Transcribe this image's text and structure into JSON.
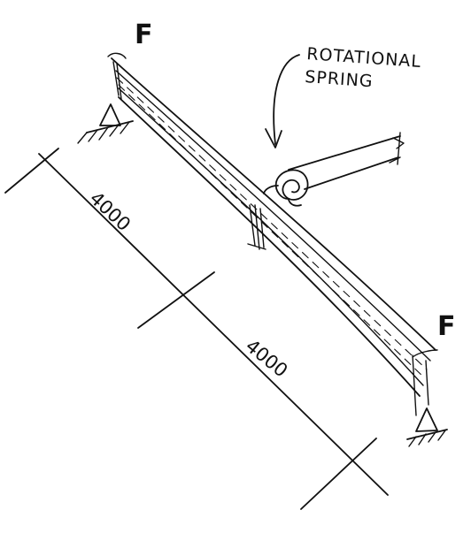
{
  "loads": {
    "left_force": "F",
    "right_force": "F"
  },
  "annotation": {
    "line1": "ROTATIONAL",
    "line2": "SPRING"
  },
  "dimensions": {
    "span_left": "4000",
    "span_right": "4000"
  }
}
